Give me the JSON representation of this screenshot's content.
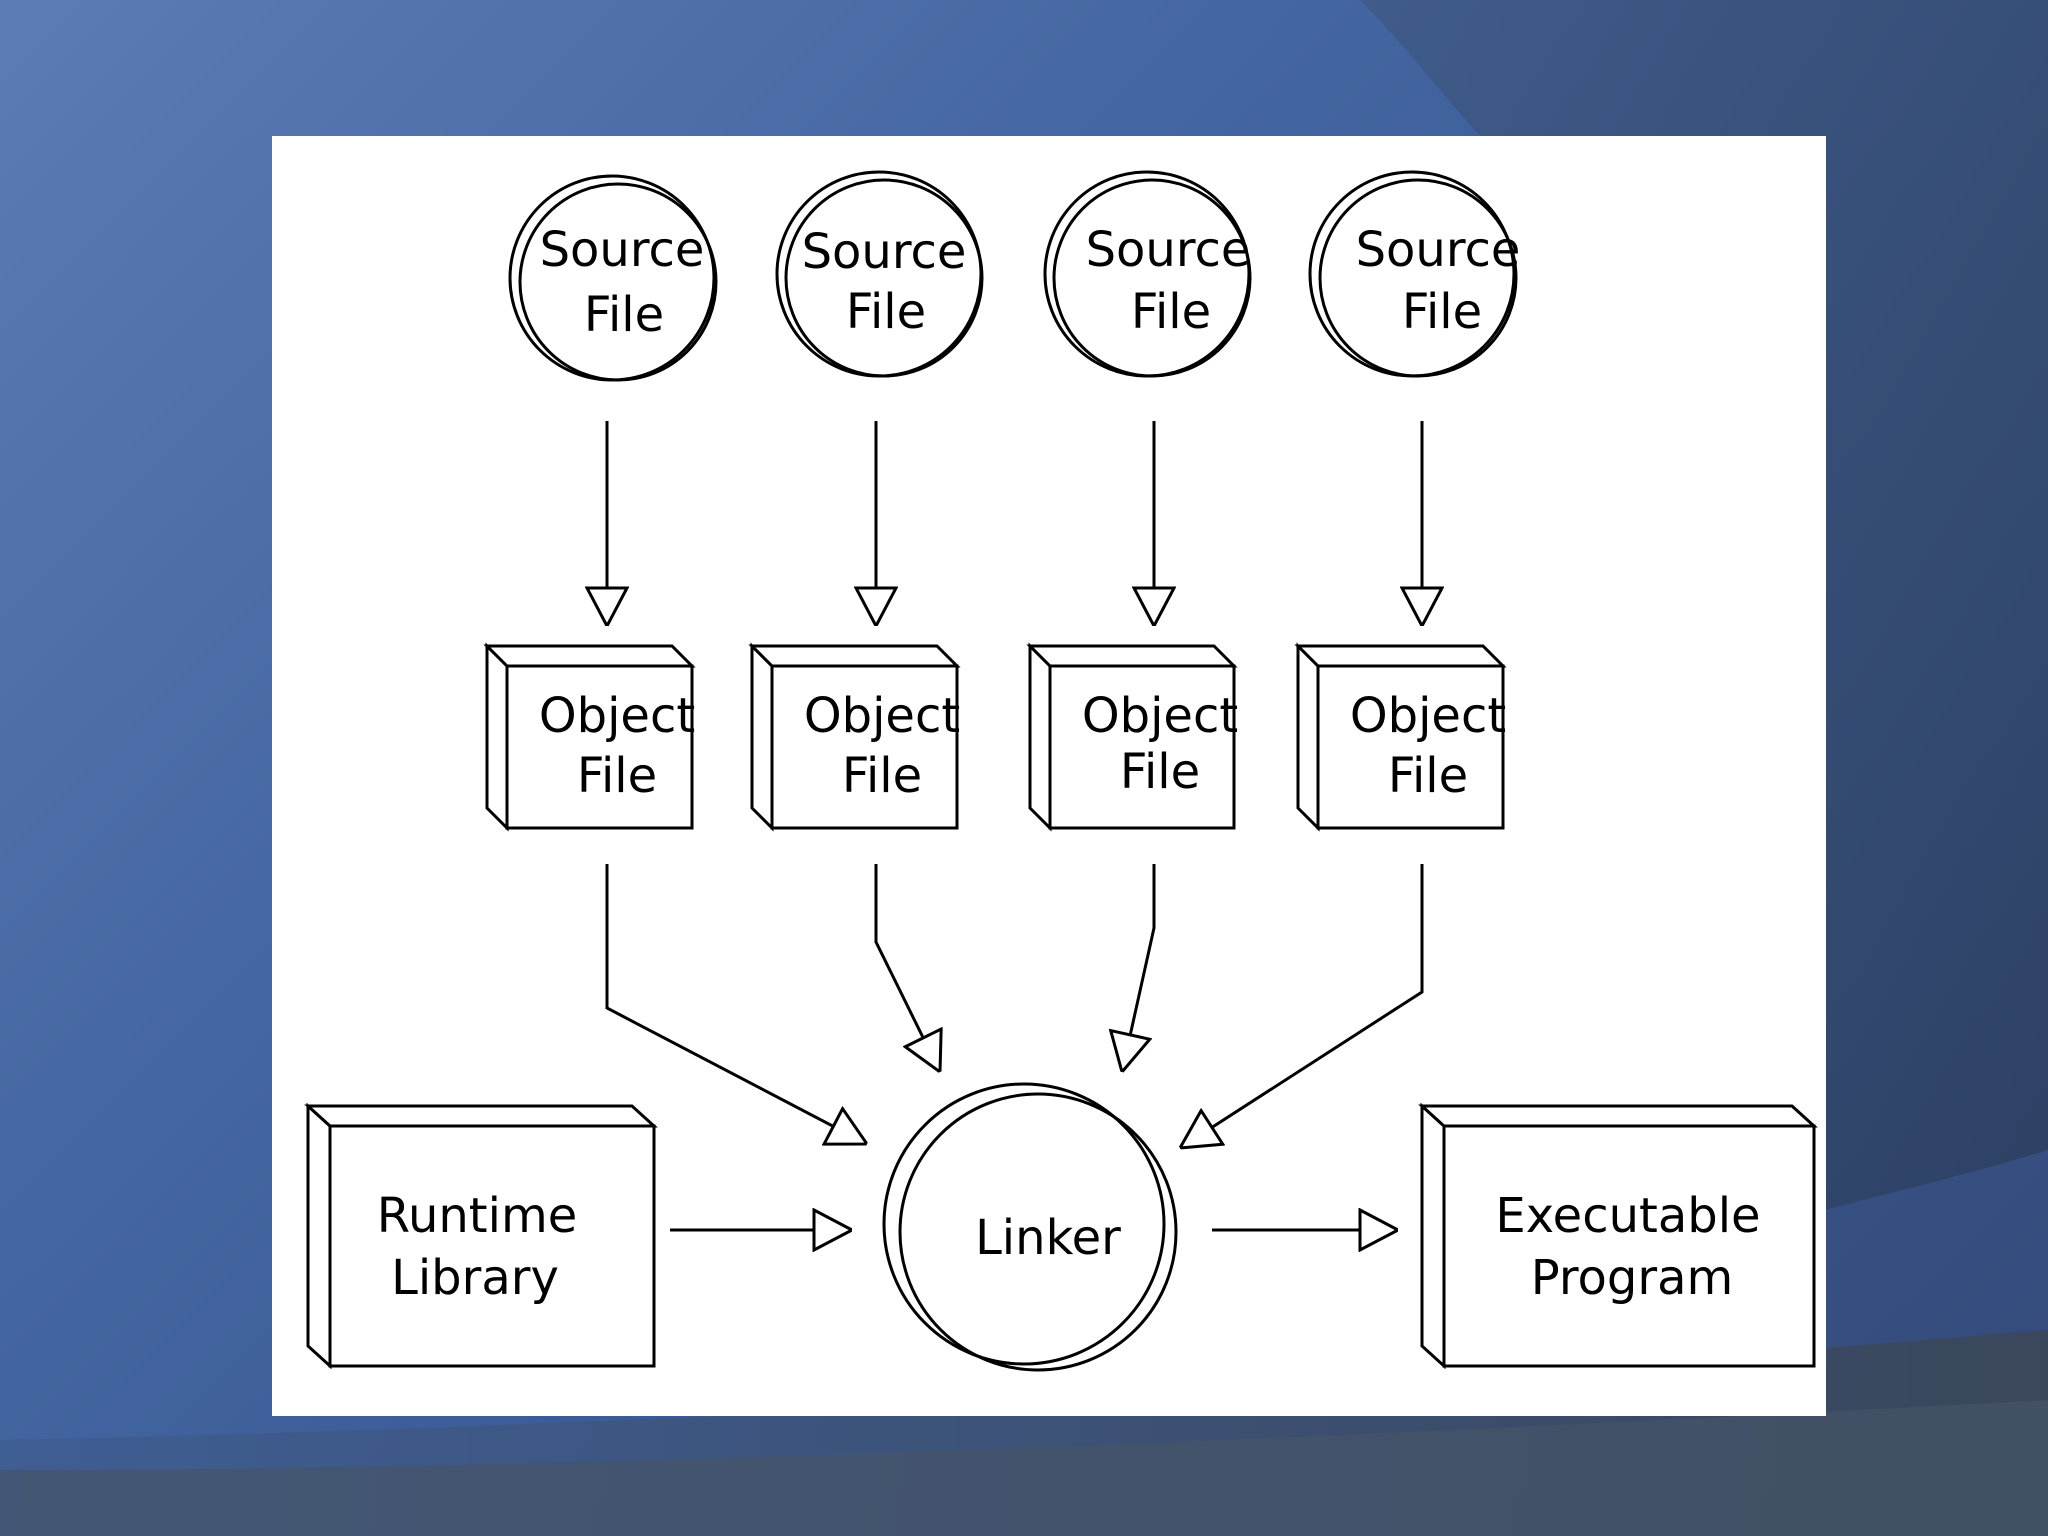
{
  "colors": {
    "background": "#4466a2",
    "background_dark": "#344560",
    "canvas": "#ffffff",
    "ink": "#000000"
  },
  "diagram": {
    "source_files": [
      {
        "line1": "Source",
        "line2": "File"
      },
      {
        "line1": "Source",
        "line2": "File"
      },
      {
        "line1": "Source",
        "line2": "File"
      },
      {
        "line1": "Source",
        "line2": "File"
      }
    ],
    "object_files": [
      {
        "line1": "Object",
        "line2": "File"
      },
      {
        "line1": "Object",
        "line2": "File"
      },
      {
        "line1": "Object",
        "line2": "File"
      },
      {
        "line1": "Object",
        "line2": "File"
      }
    ],
    "runtime_library": {
      "line1": "Runtime",
      "line2": "Library"
    },
    "linker": {
      "label": "Linker"
    },
    "executable": {
      "line1": "Executable",
      "line2": "Program"
    }
  }
}
